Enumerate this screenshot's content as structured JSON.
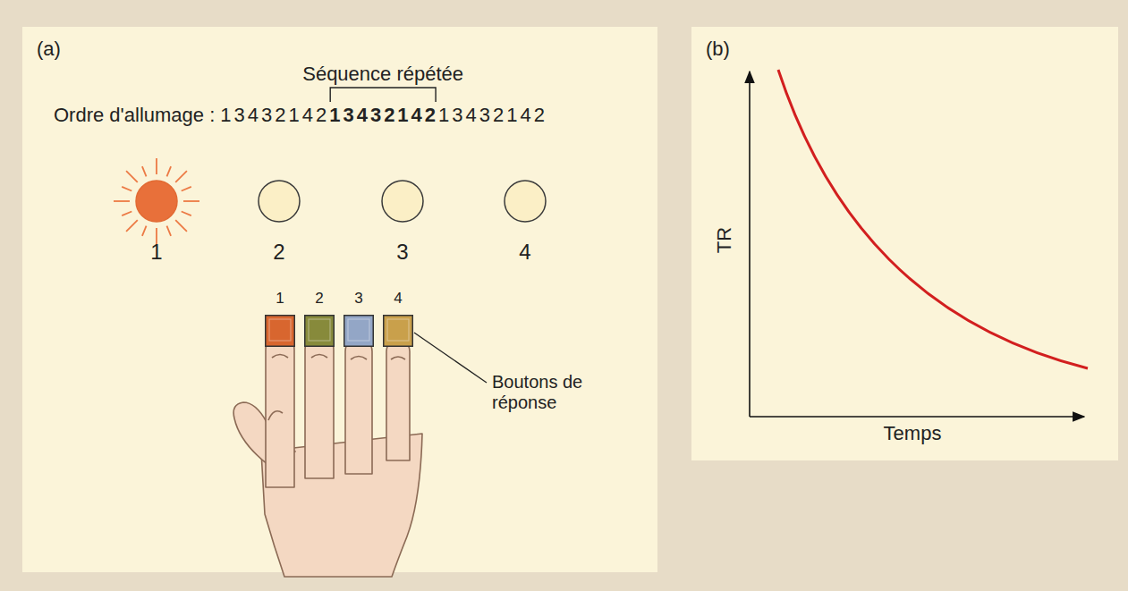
{
  "diagram": {
    "nodes": [
      {
        "text": [
          "(a)"
        ]
      },
      {
        "text": [
          "1"
        ],
        "in": 0
      },
      {
        "text": [
          "2"
        ],
        "in": 0
      },
      {
        "text": [
          "3"
        ],
        "in": 0
      },
      {
        "text": [
          "4"
        ],
        "in": 0
      },
      {
        "text": [
          "1"
        ],
        "in": 0
      },
      {
        "text": [
          "2"
        ],
        "in": 0
      },
      {
        "text": [
          "3"
        ],
        "in": 0
      },
      {
        "text": [
          "4"
        ],
        "in": 0
      },
      {
        "text": [
          "(b)"
        ]
      }
    ],
    "labels": [
      "Séquence répétée",
      "Ordre d'allumage :",
      "13432142",
      "13432142",
      "13432142",
      "Boutons de réponse",
      "TR",
      "Temps"
    ]
  }
}
